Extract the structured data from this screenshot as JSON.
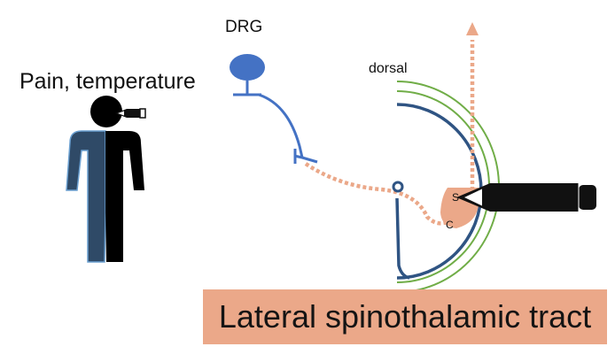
{
  "labels": {
    "modality": "Pain, temperature",
    "ganglion": "DRG",
    "orientation": "dorsal",
    "s": "S",
    "c": "C"
  },
  "banner": {
    "title": "Lateral spinothalamic tract"
  },
  "colors": {
    "nerve_blue": "#4472c4",
    "cord_navy": "#2f5483",
    "outer_green": "#70ad47",
    "tract_salmon": "#eba889",
    "figure_blue": "#2f4a67",
    "figure_black": "#000000"
  },
  "icons": [
    "human-figure-icon",
    "electrode-icon",
    "spinal-cord-icon"
  ]
}
